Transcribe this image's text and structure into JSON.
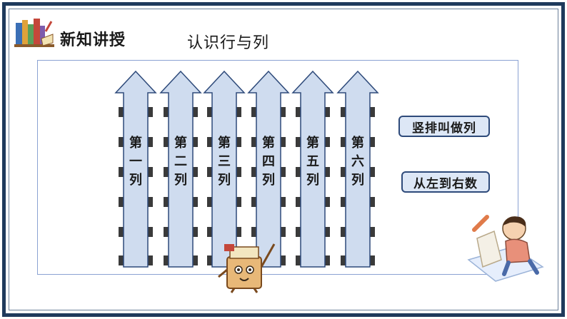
{
  "header": {
    "title": "新知讲授",
    "subtitle": "认识行与列",
    "logo_icon": "books-icon"
  },
  "columns": [
    {
      "chars": [
        "第",
        "一",
        "列"
      ]
    },
    {
      "chars": [
        "第",
        "二",
        "列"
      ]
    },
    {
      "chars": [
        "第",
        "三",
        "列"
      ]
    },
    {
      "chars": [
        "第",
        "四",
        "列"
      ]
    },
    {
      "chars": [
        "第",
        "五",
        "列"
      ]
    },
    {
      "chars": [
        "第",
        "六",
        "列"
      ]
    }
  ],
  "notes": {
    "vertical": "竖排叫做列",
    "count_order": "从左到右数"
  },
  "colors": {
    "frame": "#1f3a5c",
    "arrow_fill": "#cfdcef",
    "arrow_stroke": "#2e4a7a",
    "note_fill": "#dde7f6"
  },
  "decorations": {
    "mascot_icon": "book-mascot-icon",
    "child_icon": "child-writing-icon"
  }
}
